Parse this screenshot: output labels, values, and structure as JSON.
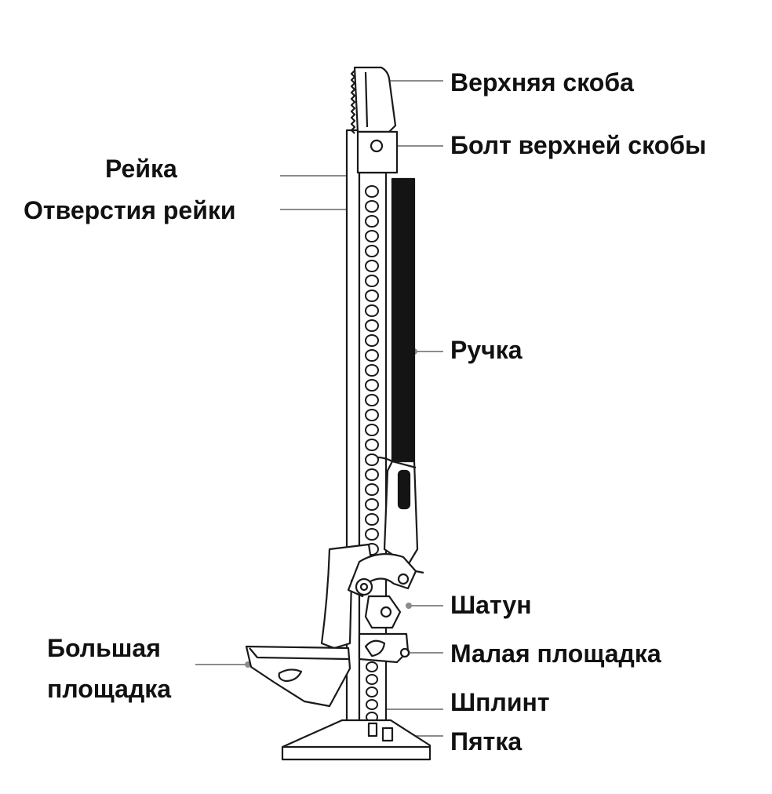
{
  "labels": {
    "top_clamp": "Верхняя скоба",
    "top_clamp_bolt": "Болт верхней скобы",
    "rail": "Рейка",
    "rail_holes": "Отверстия рейки",
    "handle": "Ручка",
    "connecting_rod": "Шатун",
    "big_platform_line1": "Большая",
    "big_platform_line2": "площадка",
    "small_platform": "Малая площадка",
    "cotter_pin": "Шплинт",
    "heel": "Пятка"
  },
  "colors": {
    "line": "#1a1a1a",
    "leader": "#8c8c8c",
    "handle": "#141414"
  }
}
